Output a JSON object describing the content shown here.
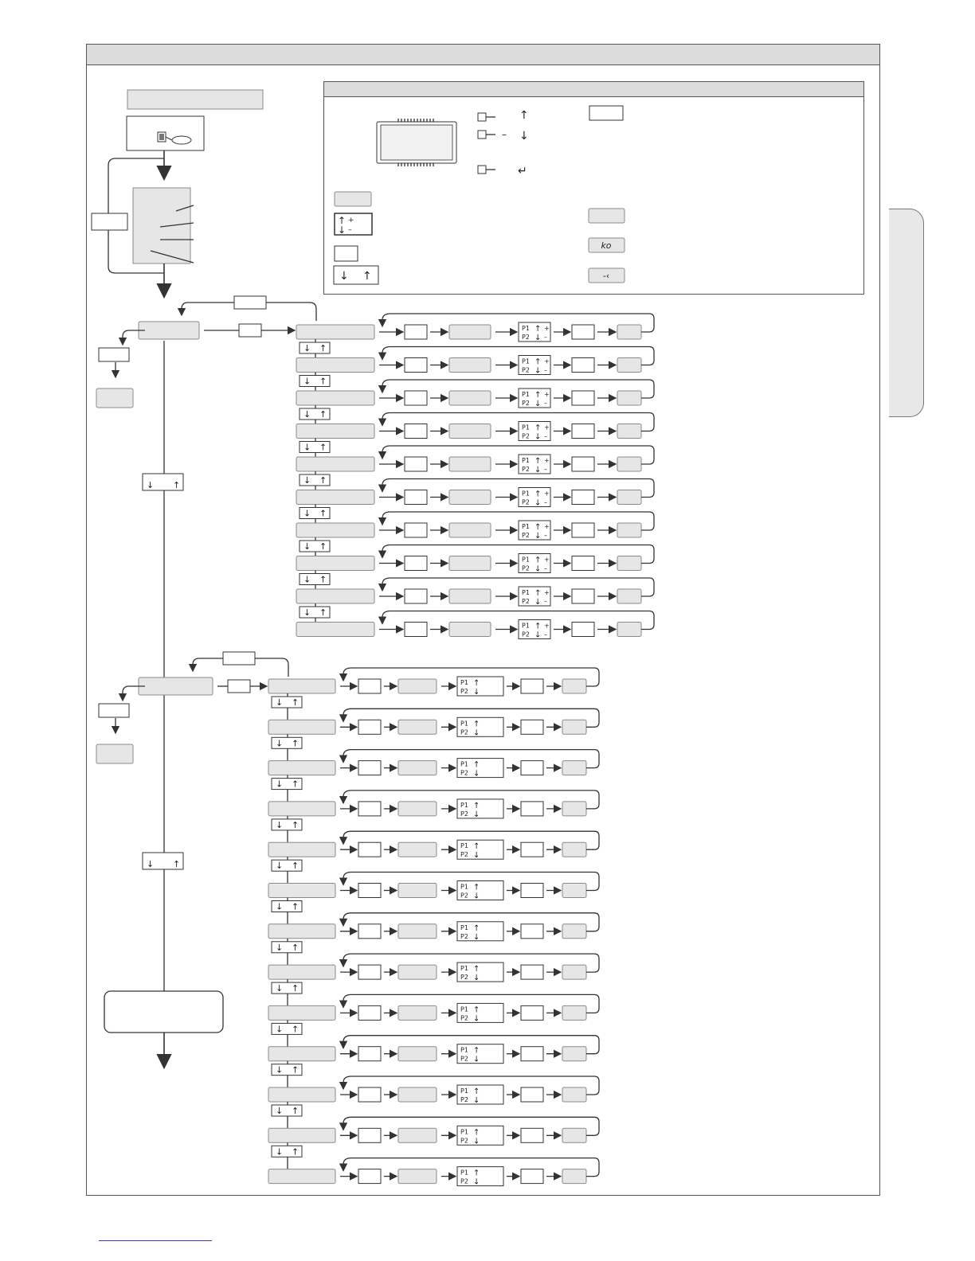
{
  "legend": {
    "keys": [
      {
        "symbol": "↑",
        "sign": ""
      },
      {
        "symbol": "↓",
        "sign": "–"
      },
      {
        "symbol": "↵",
        "sign": ""
      }
    ],
    "plus_minus": {
      "up": "↑",
      "plus": "+",
      "down": "↓",
      "minus": "–"
    },
    "updown": {
      "down": "↓",
      "up": "↑"
    },
    "display_samples": [
      "",
      "ko",
      "-‹"
    ]
  },
  "nav": {
    "down": "↓",
    "up": "↑"
  },
  "param_box": {
    "p1": "P1",
    "p2": "P2",
    "up": "↑",
    "down": "↓",
    "plus": "+",
    "minus": "–"
  },
  "menu1": {
    "rows": 10
  },
  "menu2": {
    "rows": 13
  },
  "colors": {
    "gray_box": "#e6e6e6",
    "line": "#333333",
    "header": "#dcdcdc"
  }
}
